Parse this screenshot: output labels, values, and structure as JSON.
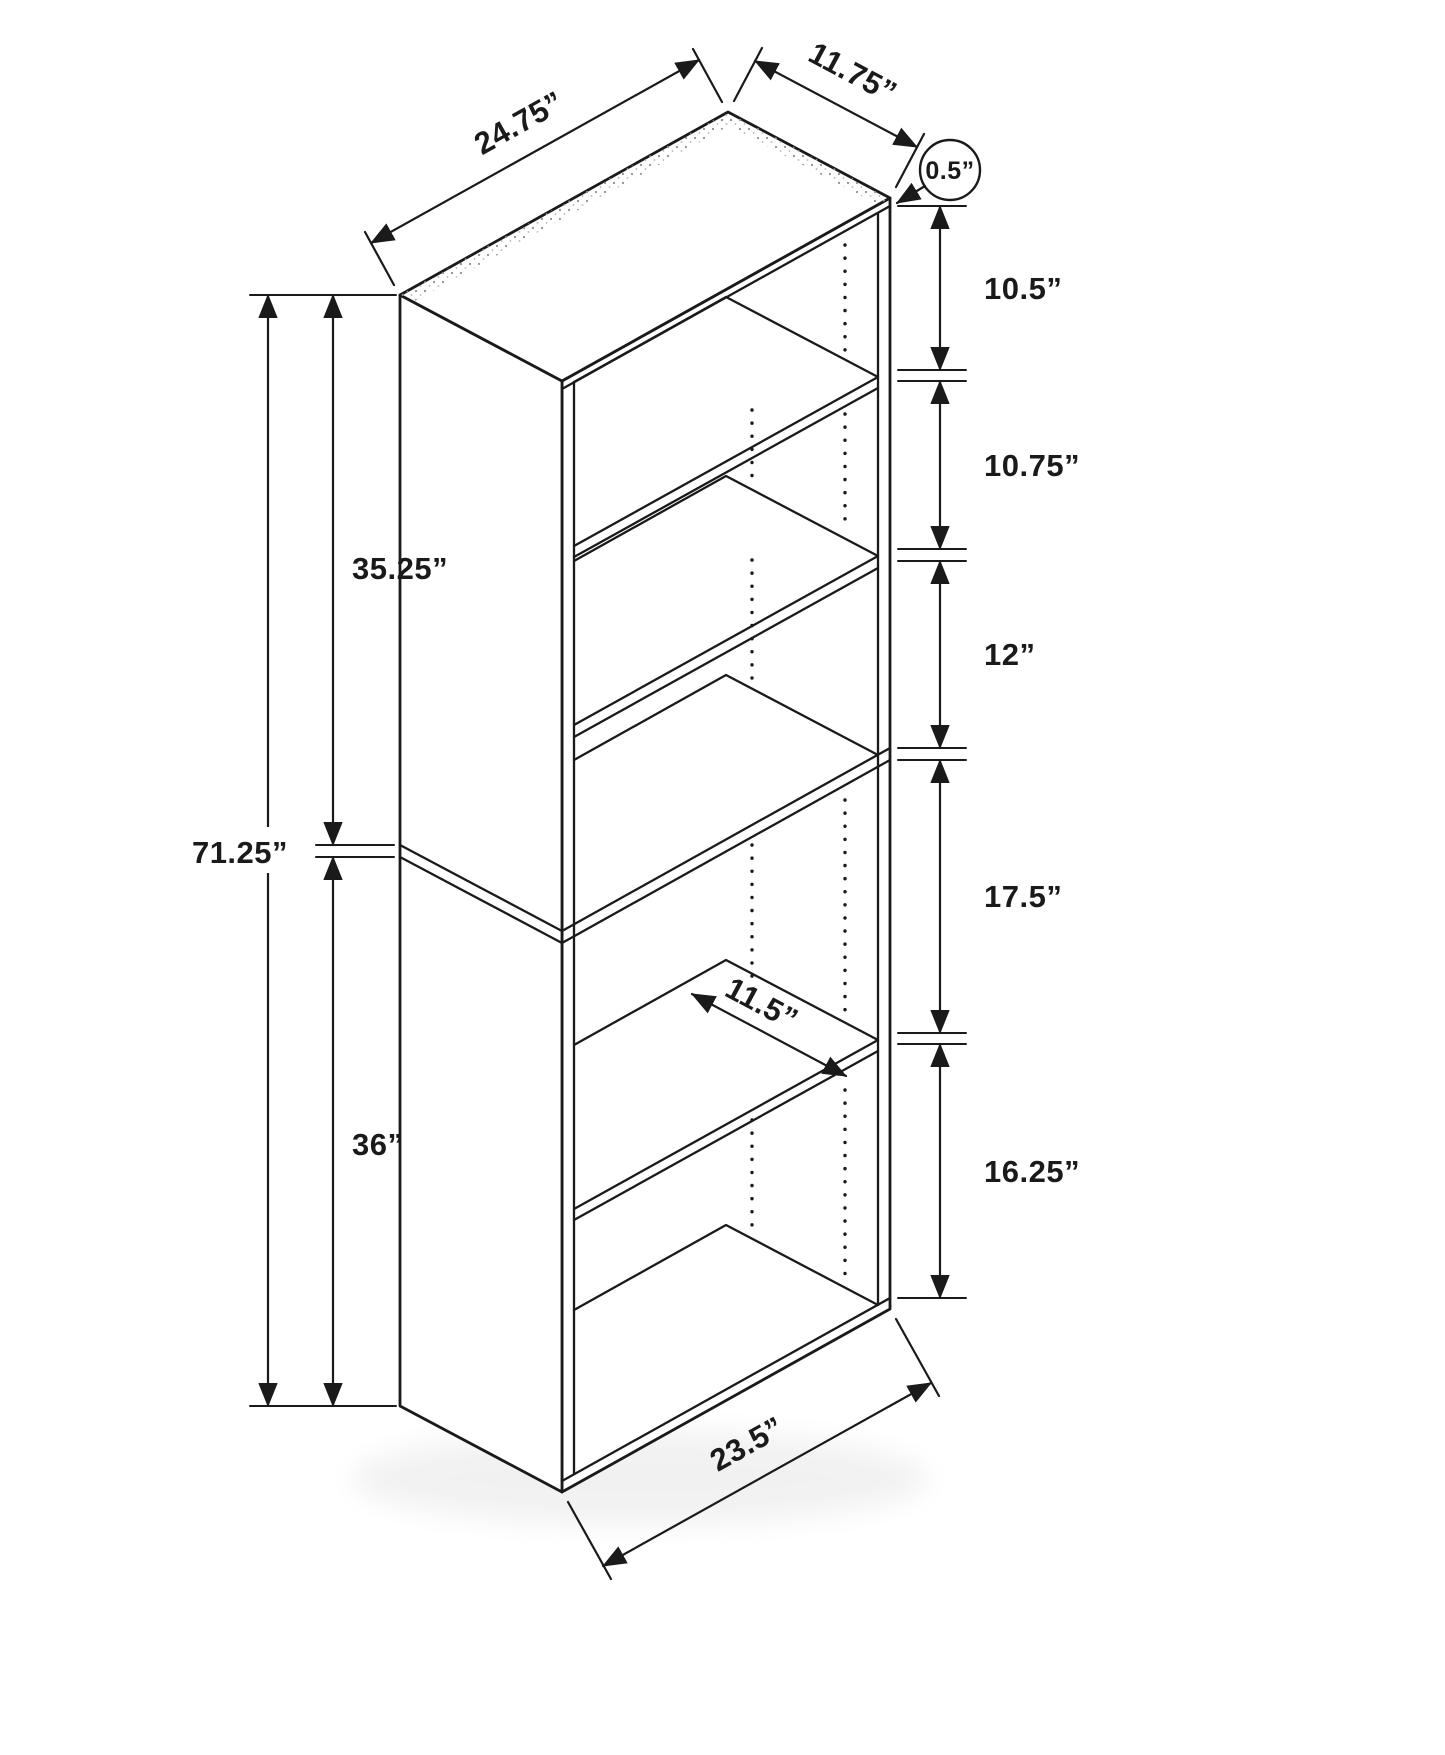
{
  "page": {
    "background": "#ffffff",
    "line_color": "#1a1a1a",
    "title": "Bookcase dimension drawing"
  },
  "drawing": {
    "type": "isometric line drawing",
    "object": "5-shelf bookcase with adjustable shelf pin holes",
    "sections": "two stacked units"
  },
  "dimensions": {
    "top_width": "24.75”",
    "top_depth": "11.75”",
    "top_panel_thickness": "0.5”",
    "opening_1": "10.5”",
    "opening_2": "10.75”",
    "opening_3": "12”",
    "opening_4": "17.5”",
    "opening_5": "16.25”",
    "upper_section_height": "35.25”",
    "total_height": "71.25”",
    "lower_section_height": "36”",
    "shelf_depth": "11.5”",
    "base_width": "23.5”"
  }
}
